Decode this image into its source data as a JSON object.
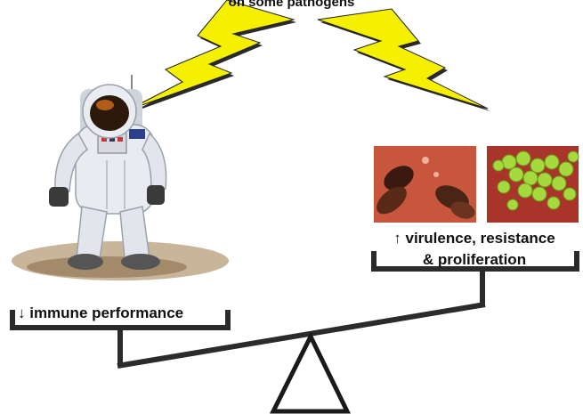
{
  "caption_top": "on some pathogens",
  "left_pan": {
    "text": "↓ immune performance"
  },
  "right_pan": {
    "line1": "↑ virulence, resistance",
    "line2": "& proliferation"
  },
  "colors": {
    "bolt": "#f4f000",
    "bolt_shadow": "#2a2a2a",
    "frame": "#2b2b2b",
    "bacteria_bg": "#b8442e",
    "bacteria_green": "#9fd23a"
  },
  "icons": [
    "astronaut-illustration",
    "lightning-bolt-icon",
    "bacteria-micrograph",
    "balance-scale"
  ]
}
